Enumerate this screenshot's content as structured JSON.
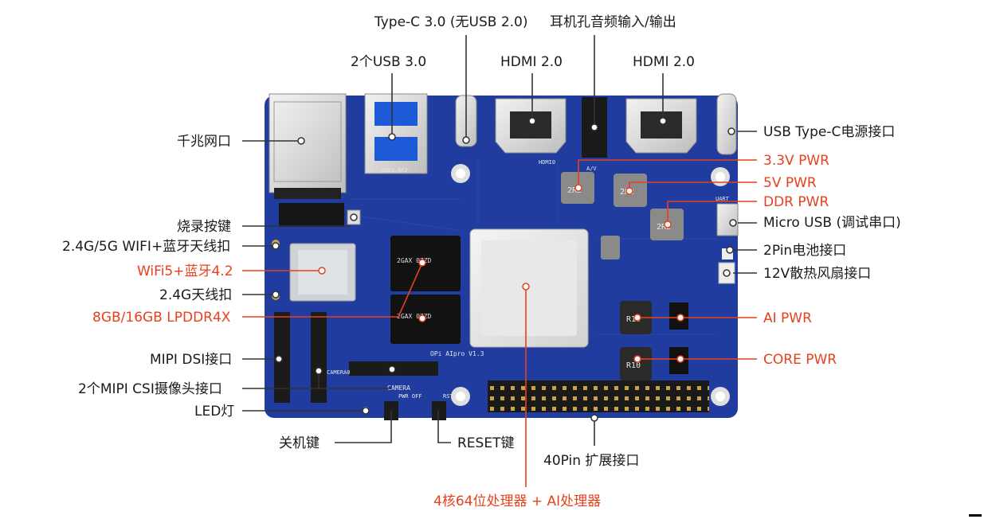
{
  "labels": {
    "typec_data": "Type-C 3.0 (无USB 2.0)",
    "audio": "耳机孔音频输入/输出",
    "usb3": "2个USB 3.0",
    "hdmi_1": "HDMI 2.0",
    "hdmi_2": "HDMI 2.0",
    "ethernet": "千兆网口",
    "usb_power": "USB Type-C电源接口",
    "pwr_33": "3.3V PWR",
    "pwr_5v": "5V PWR",
    "ddr_pwr": "DDR PWR",
    "micro_usb": "Micro USB (调试串口)",
    "battery": "2Pin电池接口",
    "fan": "12V散热风扇接口",
    "ai_pwr": "AI PWR",
    "core_pwr": "CORE PWR",
    "burn_key": "烧录按键",
    "wifi_antenna": "2.4G/5G WIFI+蓝牙天线扣",
    "wifi_module": "WiFi5+蓝牙4.2",
    "antenna_24": "2.4G天线扣",
    "lpddr": "8GB/16GB LPDDR4X",
    "mipi_dsi": "MIPI DSI接口",
    "mipi_csi": "2个MIPI CSI摄像头接口",
    "led": "LED灯",
    "power_off_key": "关机键",
    "reset_key": "RESET键",
    "gpio_40pin": "40Pin 扩展接口",
    "soc": "4核64位处理器 + AI处理器"
  },
  "board_print": {
    "inductor_1": "2R2",
    "inductor_2": "2R2",
    "inductor_3": "2R2",
    "inductor_4": "R10",
    "inductor_5": "R10",
    "ram_1": "2GAX 07ZD",
    "ram_2": "2GAX 07ZD",
    "model": "OPi AIpro V1.3",
    "camera_label": "CAMERA",
    "camera_label_2": "CAMERA0",
    "usb_label": "USB3.0X2",
    "hdmi_label": "HDMI0",
    "uart_label": "UART",
    "av_label": "A/V",
    "pwr_off": "PWR OFF",
    "rst": "RST"
  },
  "colors": {
    "pcb": "#1f3c9e",
    "leader_black": "#333333",
    "leader_red": "#e8401c",
    "text_red": "#e8401c"
  }
}
